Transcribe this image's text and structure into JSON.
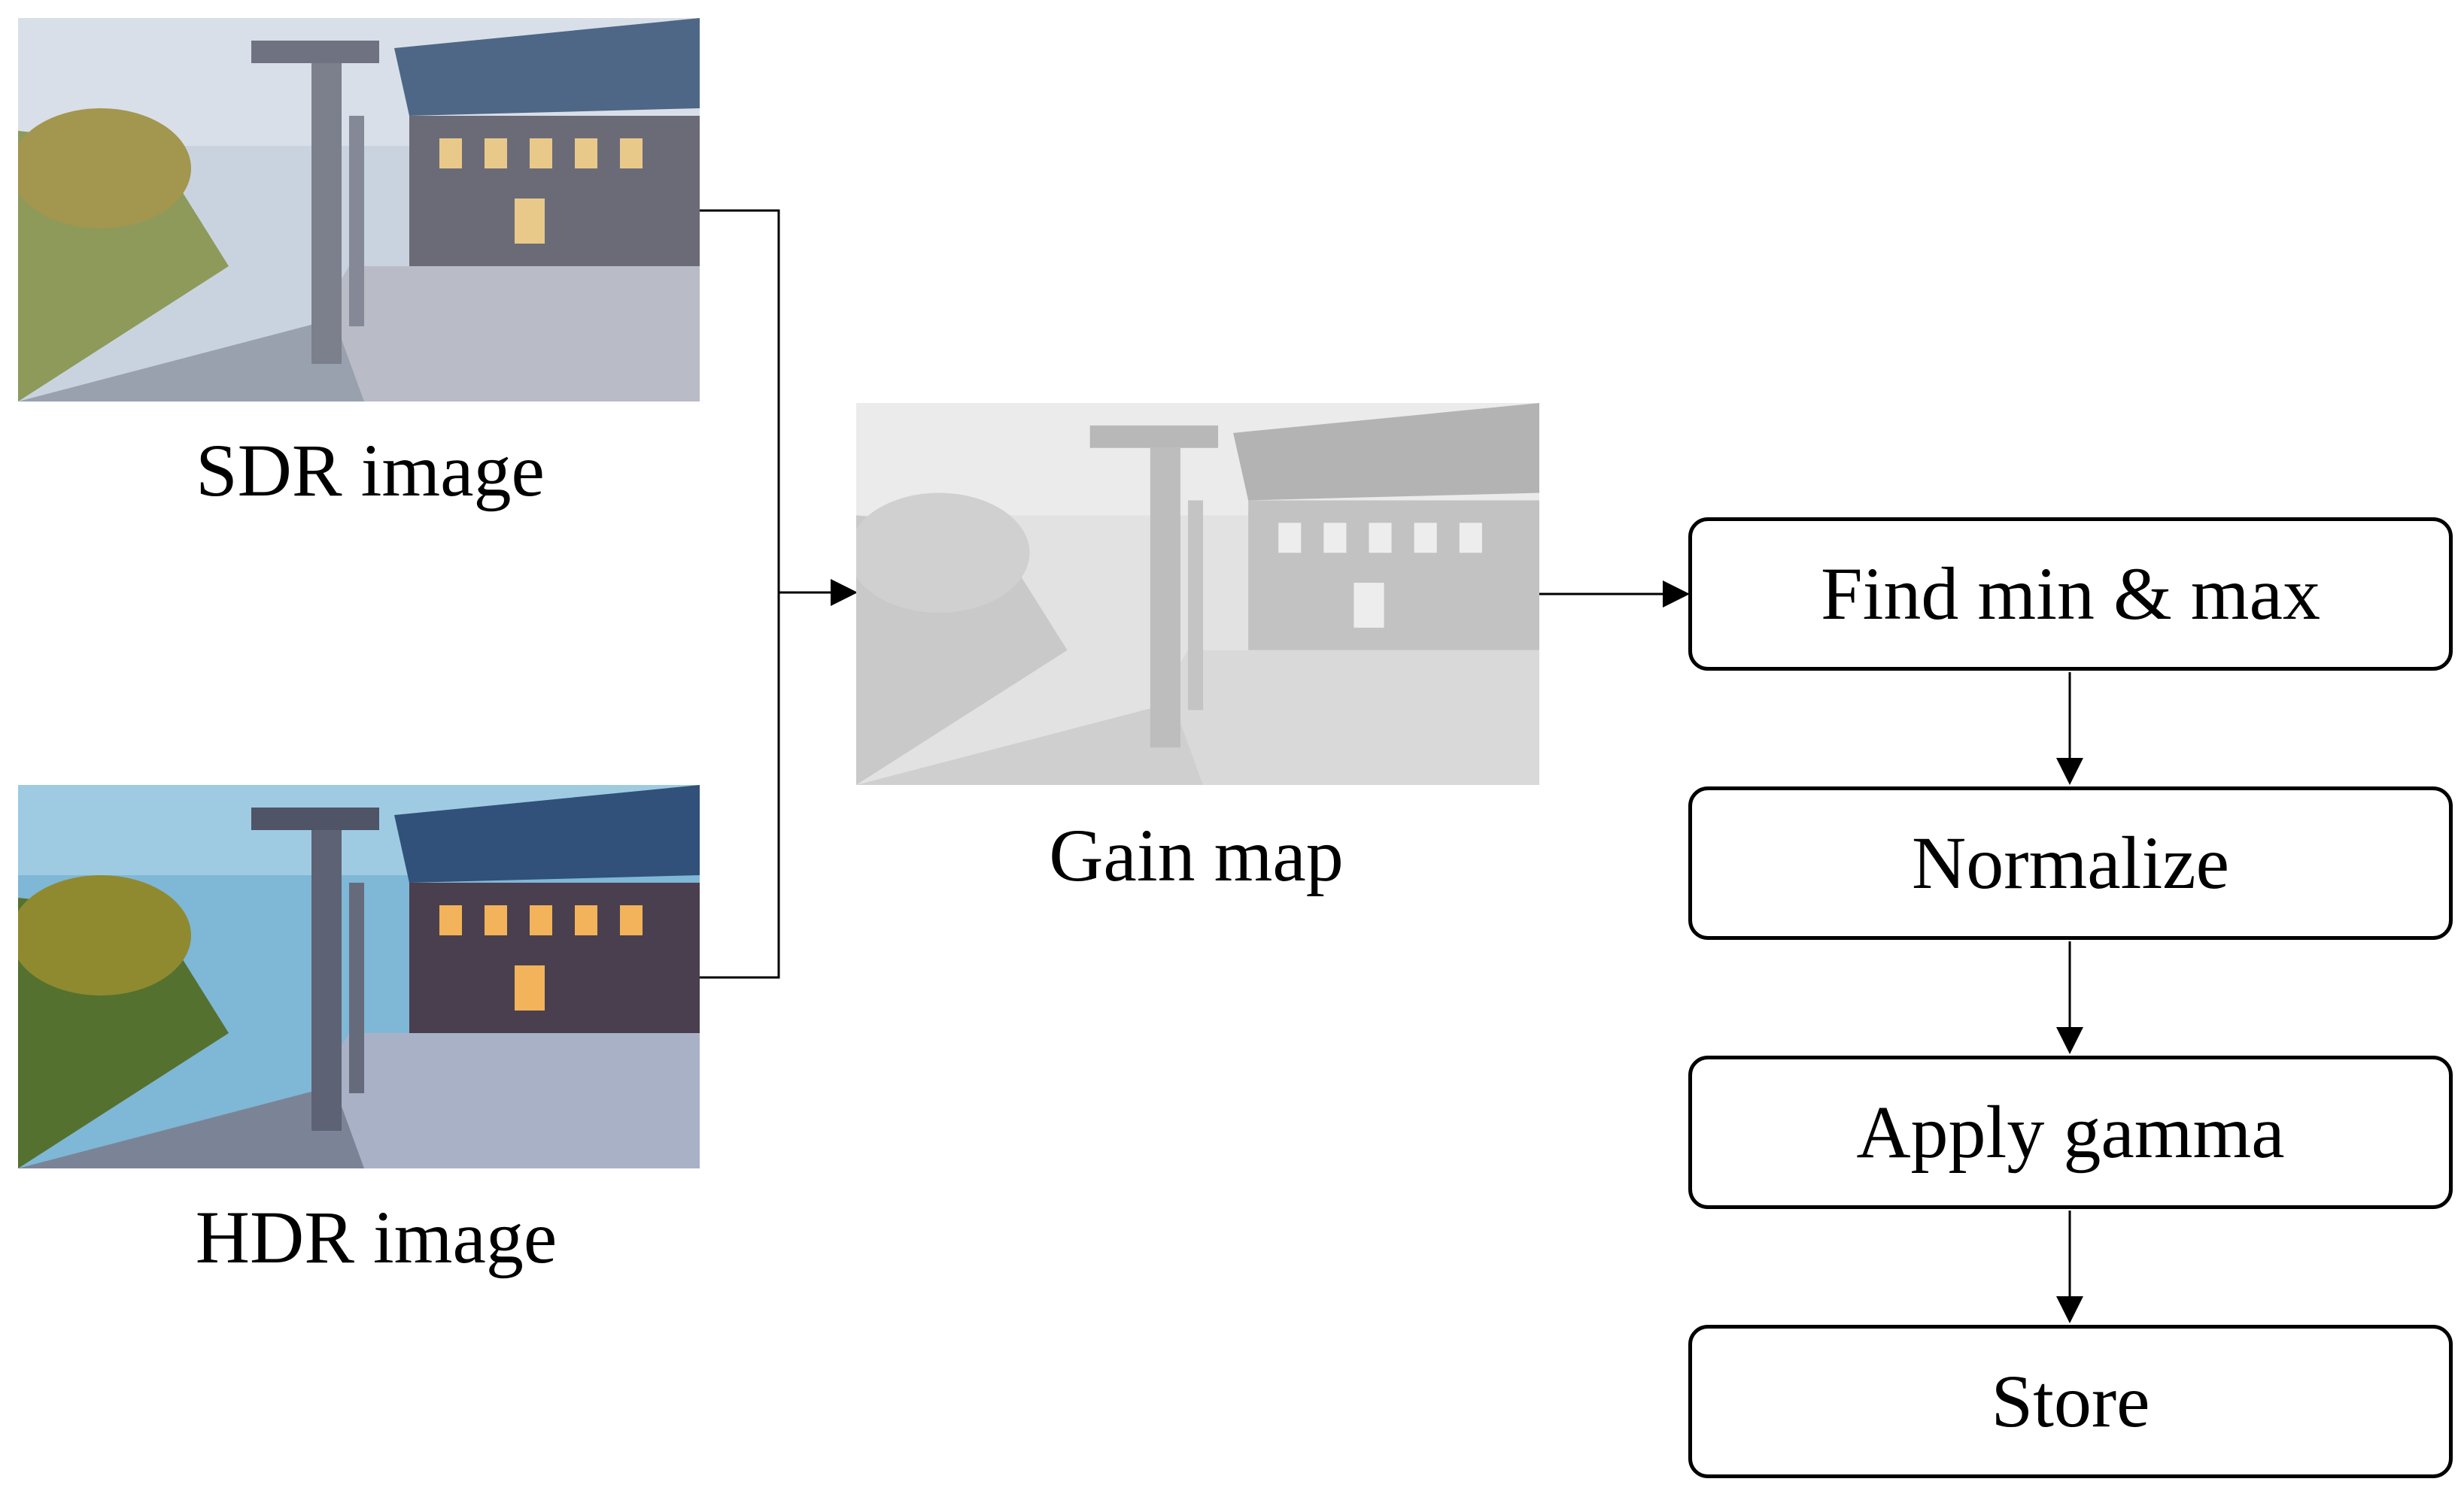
{
  "inputs": {
    "sdr": {
      "caption": "SDR image"
    },
    "hdr": {
      "caption": "HDR image"
    }
  },
  "gain_map": {
    "caption": "Gain map"
  },
  "pipeline": {
    "steps": [
      "Find min & max",
      "Normalize",
      "Apply gamma",
      "Store"
    ]
  },
  "colors": {
    "line": "#000000",
    "box_border": "#000000",
    "sdr_sky": "#c9d3e0",
    "hdr_sky": "#7fb7d6",
    "roof": "#4e6787",
    "gain_map_tone": "#d6d6d6"
  }
}
